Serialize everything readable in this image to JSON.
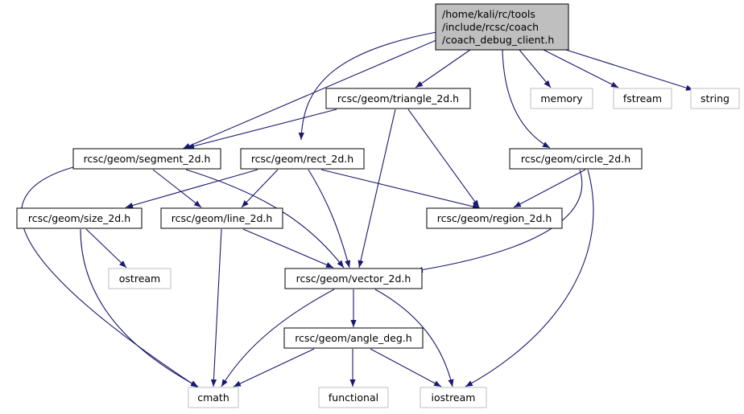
{
  "graph": {
    "root": {
      "lines": [
        "/home/kali/rc/tools",
        "/include/rcsc/coach",
        "/coach_debug_client.h"
      ],
      "fill": "#bfbfbf",
      "border": "#000000"
    },
    "nodes": {
      "memory": "memory",
      "fstream": "fstream",
      "string": "string",
      "triangle": "rcsc/geom/triangle_2d.h",
      "segment": "rcsc/geom/segment_2d.h",
      "rect": "rcsc/geom/rect_2d.h",
      "circle": "rcsc/geom/circle_2d.h",
      "size": "rcsc/geom/size_2d.h",
      "line": "rcsc/geom/line_2d.h",
      "region": "rcsc/geom/region_2d.h",
      "ostream": "ostream",
      "vector": "rcsc/geom/vector_2d.h",
      "angle": "rcsc/geom/angle_deg.h",
      "cmath": "cmath",
      "functional": "functional",
      "iostream": "iostream"
    },
    "colors": {
      "edge": "#191970",
      "project_border": "#000000",
      "system_border": "#bfbfbf",
      "system_text": "#404040"
    }
  }
}
